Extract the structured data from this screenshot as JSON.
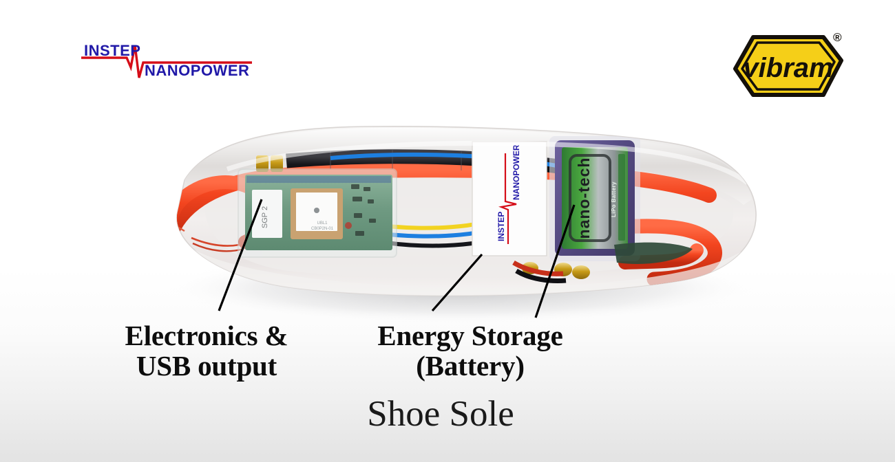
{
  "branding": {
    "instep": {
      "name": "instep-nanopower-logo",
      "line1": "INSTEP",
      "line2": "NANOPOWER",
      "text_color": "#2119a8",
      "wave_color": "#d50d18"
    },
    "vibram": {
      "name": "vibram-logo",
      "wordmark": "vibram",
      "registered_mark": "®",
      "badge_color": "#f5cf18",
      "outline_color": "#14100a"
    }
  },
  "callouts": [
    {
      "id": "electronics",
      "text": "Electronics &\nUSB output"
    },
    {
      "id": "battery",
      "text": "Energy Storage\n(Battery)"
    }
  ],
  "caption": {
    "text": "Shoe Sole"
  },
  "photo": {
    "subject": "transparent-shoe-sole-with-energy-harvester",
    "components": {
      "electronics_board": {
        "label": "electronics-module",
        "pcb_color": "#6f9a82",
        "chip_label": "UBL1",
        "chip_code": "CB0P2N-01",
        "side_label": "SGP 2"
      },
      "battery": {
        "label": "nano-tech-lipo-battery",
        "brand": "nano-tech",
        "type": "LiPo Battery",
        "case_color": "#5a4f8e",
        "label_color": "#3f9a3a"
      },
      "instep_card": {
        "label": "instep-nanopower-card",
        "line1": "INSTEP",
        "line2": "NANOPOWER"
      },
      "cables": {
        "main_cable_color": "#f3451f",
        "heatshrink_color": "#17161a",
        "signal_wire_colors": [
          "#1d7fe0",
          "#f2d321"
        ],
        "connector_color": "#c79a17"
      },
      "sole_color": "#e7e4e2"
    }
  }
}
